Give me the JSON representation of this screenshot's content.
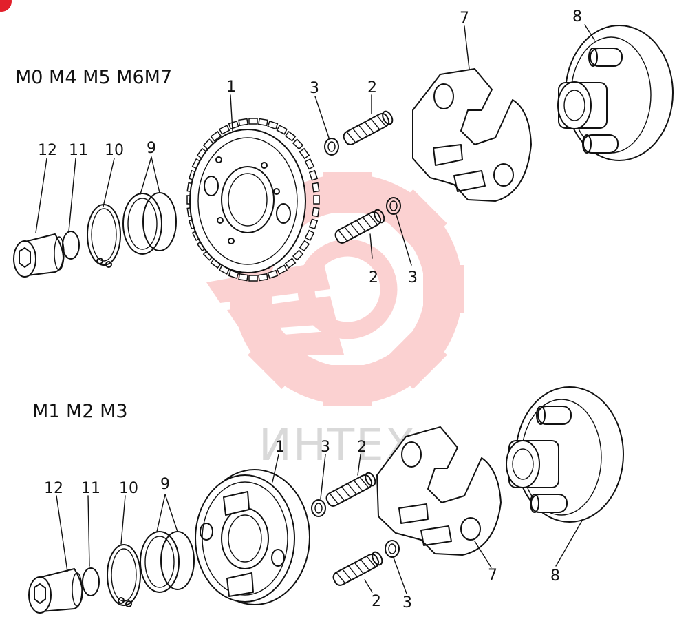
{
  "figure": {
    "upper_group_title": "M0 M4 M5 M6M7",
    "lower_group_title": "M1 M2 M3",
    "watermark_text": "ИНТЕХ",
    "watermark_color": "#f26b6b",
    "upper_labels": {
      "l1": "1",
      "l2a": "2",
      "l2b": "2",
      "l3a": "3",
      "l3b": "3",
      "l7": "7",
      "l8": "8",
      "l9": "9",
      "l10": "10",
      "l11": "11",
      "l12": "12"
    },
    "lower_labels": {
      "l1": "1",
      "l2a": "2",
      "l2b": "2",
      "l3a": "3",
      "l3b": "3",
      "l7": "7",
      "l8": "8",
      "l9": "9",
      "l10": "10",
      "l11": "11",
      "l12": "12"
    }
  }
}
